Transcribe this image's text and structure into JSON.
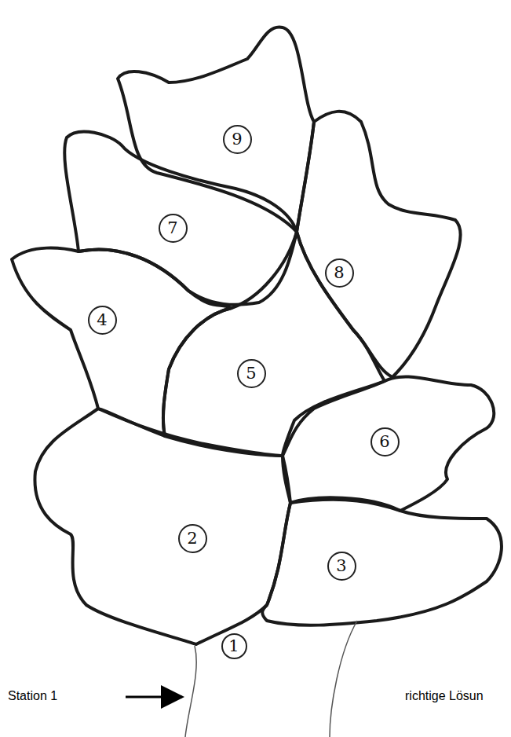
{
  "diagram": {
    "nodes": [
      {
        "text": [
          "1"
        ]
      },
      {
        "text": [
          "2"
        ]
      },
      {
        "text": [
          "3"
        ]
      },
      {
        "text": [
          "4"
        ]
      },
      {
        "text": [
          "5"
        ]
      },
      {
        "text": [
          "6"
        ]
      },
      {
        "text": [
          "7"
        ]
      },
      {
        "text": [
          "8"
        ]
      },
      {
        "text": [
          "9"
        ]
      }
    ],
    "labels": [
      "Station 1",
      "richtige Lösun"
    ]
  }
}
